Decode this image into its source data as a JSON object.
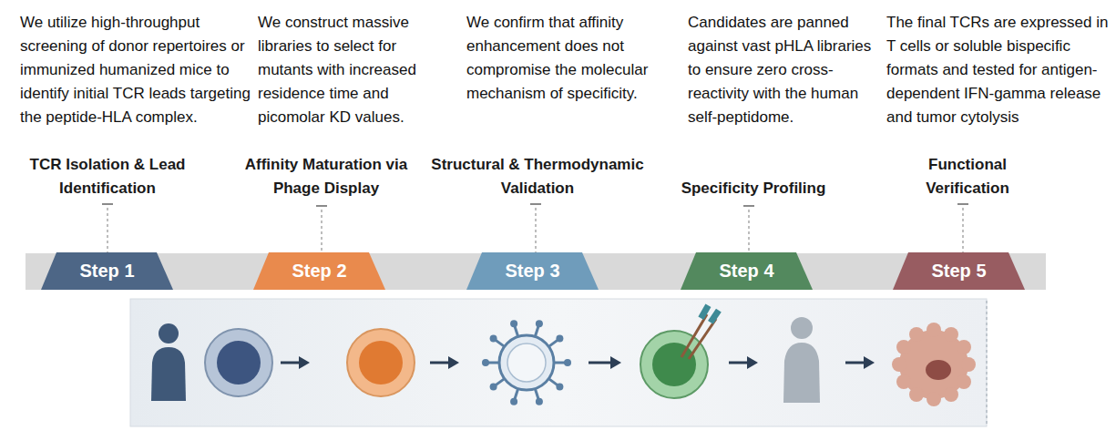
{
  "diagram": {
    "nodes": [
      {
        "text": [
          "Step 1"
        ]
      },
      {
        "text": [
          "Step 2"
        ]
      },
      {
        "text": [
          "Step 3"
        ]
      },
      {
        "text": [
          "Step 4"
        ]
      },
      {
        "text": [
          "Step 5"
        ]
      }
    ],
    "labels": [
      "We utilize high-throughput screening of donor repertoires or immunized humanized mice to identify initial TCR leads targeting the peptide-HLA complex.",
      "TCR Isolation & Lead Identification",
      "We construct massive libraries to select for mutants with increased residence time and picomolar KD values.",
      "Affinity Maturation via Phage Display",
      "We confirm that affinity enhancement does not compromise the molecular mechanism of specificity.",
      "Structural & Thermodynamic Validation",
      "Candidates are panned against vast pHLA libraries to ensure zero cross-reactivity with the human self-peptidome.",
      "Specificity Profiling",
      "The final TCRs are expressed in T cells or soluble bispecific formats and tested for antigen-dependent IFN-gamma release and tumor cytolysis",
      "Functional Verification"
    ]
  }
}
